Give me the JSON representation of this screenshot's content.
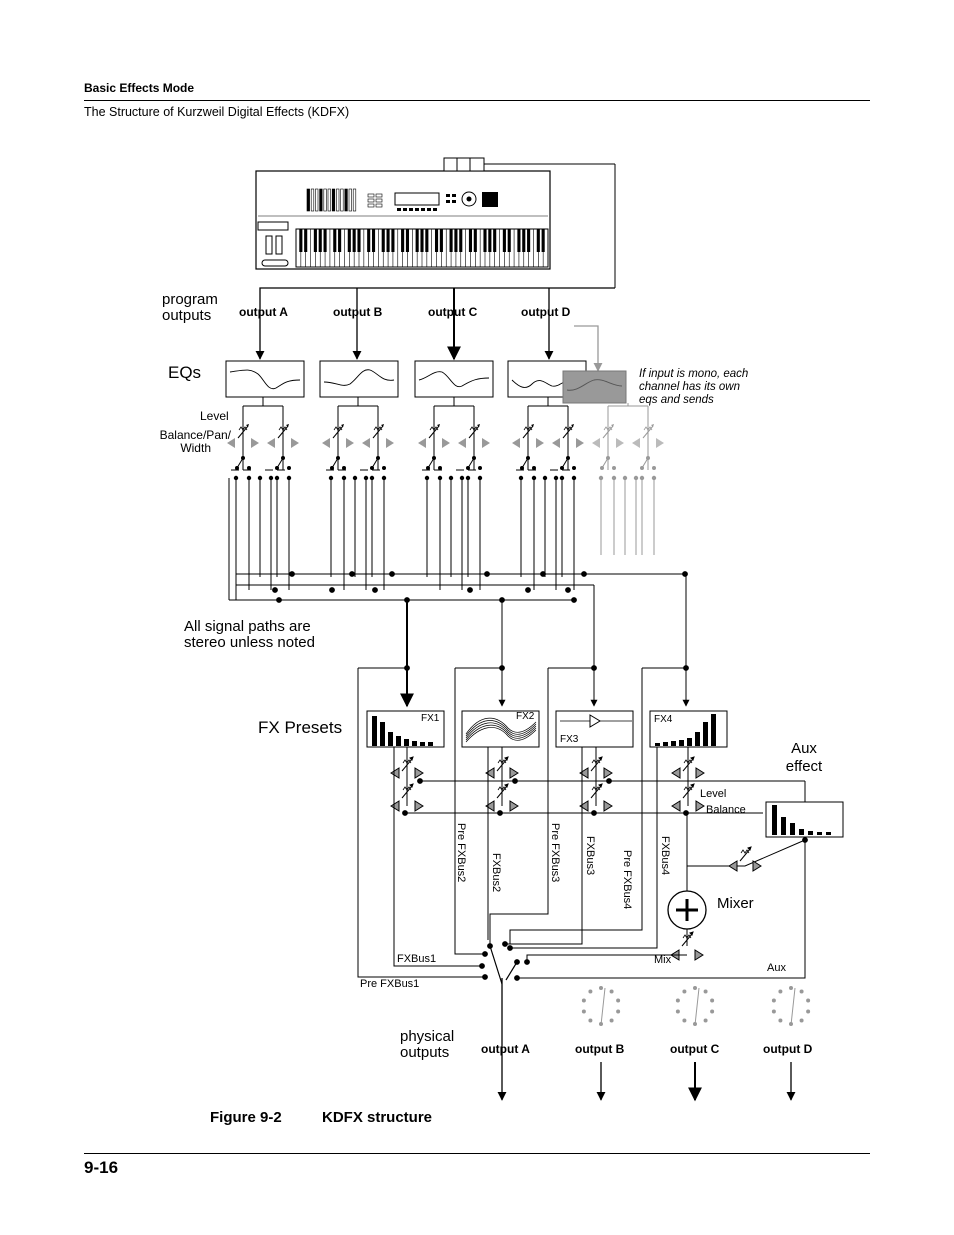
{
  "header": {
    "section": "Basic Effects Mode",
    "subtitle": "The Structure of Kurzweil Digital Effects (KDFX)"
  },
  "footer": {
    "page_number": "9-16"
  },
  "figure": {
    "number": "Figure 9-2",
    "title": "KDFX structure"
  },
  "labels": {
    "program_outputs": [
      "program",
      "outputs"
    ],
    "outputs": [
      "output A",
      "output B",
      "output C",
      "output D"
    ],
    "eqs": "EQs",
    "mono_note": [
      "If input is mono, each",
      "channel has its own",
      "eqs and sends"
    ],
    "level": "Level",
    "balance_pan_width": [
      "Balance/Pan/",
      "Width"
    ],
    "stereo_note": [
      "All signal paths are",
      "stereo unless noted"
    ],
    "fx_presets": "FX Presets",
    "fx_boxes": [
      "FX1",
      "FX2",
      "FX3",
      "FX4"
    ],
    "aux_effect": [
      "Aux",
      "effect"
    ],
    "aux_level": "Level",
    "aux_balance": "Balance",
    "buses": [
      "Pre FXBus2",
      "FXBus2",
      "Pre FXBus3",
      "FXBus3",
      "Pre FXBus4",
      "FXBus4"
    ],
    "mixer": "Mixer",
    "fxbus1": "FXBus1",
    "pre_fxbus1": "Pre FXBus1",
    "mix": "Mix",
    "aux": "Aux",
    "physical_outputs": [
      "physical",
      "outputs"
    ]
  }
}
